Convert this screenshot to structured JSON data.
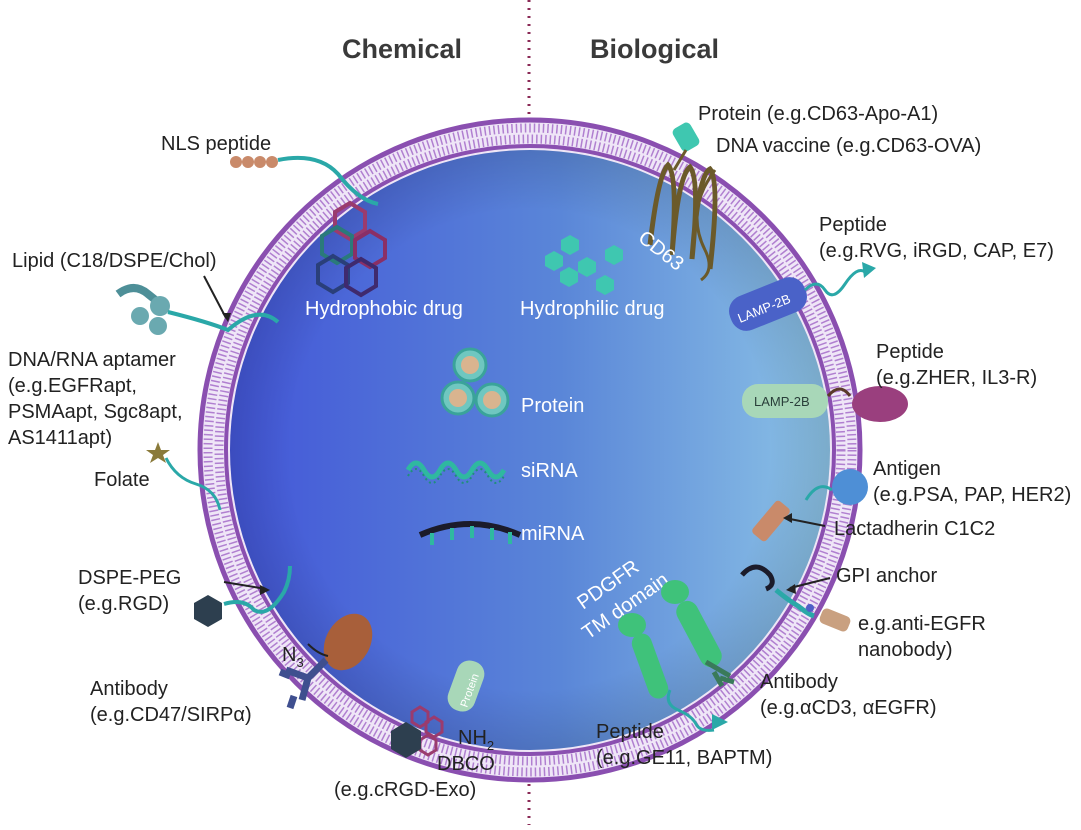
{
  "headers": {
    "chemical": "Chemical",
    "biological": "Biological"
  },
  "inner": {
    "hydrophobic": "Hydrophobic drug",
    "hydrophilic": "Hydrophilic drug",
    "protein": "Protein",
    "sirna": "siRNA",
    "mirna": "miRNA",
    "cd63": "CD63",
    "pdgfr_1": "PDGFR",
    "pdgfr_2": "TM domain"
  },
  "tags": {
    "lamp_top": "LAMP-2B",
    "lamp_mid": "LAMP-2B",
    "protein_tag": "Protein"
  },
  "chemical_labels": {
    "nls": "NLS peptide",
    "lipid": "Lipid (C18/DSPE/Chol)",
    "aptamer_1": "DNA/RNA aptamer",
    "aptamer_2": "(e.g.EGFRapt,",
    "aptamer_3": "PSMAapt, Sgc8apt,",
    "aptamer_4": "AS1411apt)",
    "folate": "Folate",
    "dspe_1": "DSPE-PEG",
    "dspe_2": "(e.g.RGD)",
    "n3": "N",
    "n3_sub": "3",
    "antibody_1": "Antibody",
    "antibody_2": "(e.g.CD47/SIRPα)",
    "nh2": "NH",
    "nh2_sub": "2",
    "dbco": "DBCO",
    "crgd": "(e.g.cRGD-Exo)"
  },
  "biological_labels": {
    "protein_cd63": "Protein (e.g.CD63-Apo-A1)",
    "dna_vaccine": "DNA vaccine (e.g.CD63-OVA)",
    "peptide1_1": "Peptide",
    "peptide1_2": "(e.g.RVG, iRGD, CAP, E7)",
    "peptide2_1": "Peptide",
    "peptide2_2": "(e.g.ZHER, IL3-R)",
    "antigen_1": "Antigen",
    "antigen_2": "(e.g.PSA, PAP, HER2)",
    "lactadherin": "Lactadherin C1C2",
    "gpi": "GPI anchor",
    "nanobody_1": "e.g.anti-EGFR",
    "nanobody_2": "nanobody)",
    "antibody_1": "Antibody",
    "antibody_2": "(e.g.αCD3, αEGFR)",
    "peptide3_1": "Peptide",
    "peptide3_2": "(e.g.GE11, BAPTM)"
  },
  "colors": {
    "core_left": "#3f5fd6",
    "core_right": "#7fb3e0",
    "membrane": "#8a4fb0",
    "membrane_inner": "#c9a3df",
    "teal": "#2aa8a8",
    "green_protein": "#3fc27a"
  }
}
